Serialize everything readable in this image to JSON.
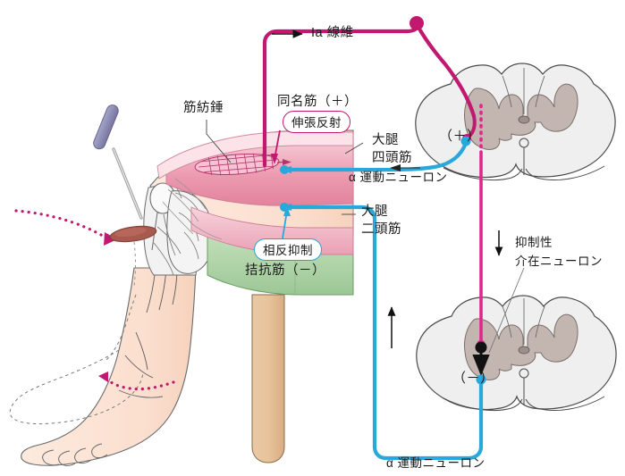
{
  "figure": {
    "title": "膝蓋腱反射（伸張反射）と相反抑制の神経回路図",
    "colors": {
      "afferent_magenta": "#c2186f",
      "efferent_blue": "#29a8dc",
      "interneuron_black": "#111111",
      "muscle_pink": "#e8879f",
      "muscle_pink_light": "#f3b8c6",
      "antagonist_green": "#a8cfa0",
      "bone_tan": "#e3bd93",
      "skin": "#fbe0d2",
      "cord_white_matter": "#efefef",
      "cord_gray_matter": "#c3b5b0",
      "hammer_handle": "#8f8fb8",
      "reflex_dot_line": "#c2186f"
    }
  },
  "labels": {
    "ia_fiber": "Ia 線維",
    "muscle_spindle": "筋紡錘",
    "agonist_title": "同名筋（＋）",
    "stretch_reflex_pill": "伸張反射",
    "quadriceps_line1": "大腿",
    "quadriceps_line2": "四頭筋",
    "alpha_motor_neuron_upper": "α 運動ニューロン",
    "biceps_femoris_line1": "大腿",
    "biceps_femoris_line2": "二頭筋",
    "reciprocal_inhibition_pill": "相反抑制",
    "antagonist": "拮抗筋（－）",
    "inhibitory_line1": "抑制性",
    "inhibitory_line2": "介在ニューロン",
    "alpha_motor_neuron_lower": "α 運動ニューロン",
    "plus_sign_upper_cord": "（＋）",
    "minus_sign_lower_cord": "（－）"
  },
  "arrows": {
    "ia_direction": "→",
    "descending_direction": "↓",
    "ascending_direction": "↑",
    "quadriceps_pointer": "←"
  },
  "structures": {
    "reflex_hammer": "reflex-hammer",
    "patellar_tendon_strike": "patellar-tendon-strike-point",
    "foot_motion_ghost": "foot-kick-ghost-outline",
    "upper_cord_section": "spinal-cord-cross-section-upper",
    "lower_cord_section": "spinal-cord-cross-section-lower",
    "tibia": "tibia-bone"
  }
}
